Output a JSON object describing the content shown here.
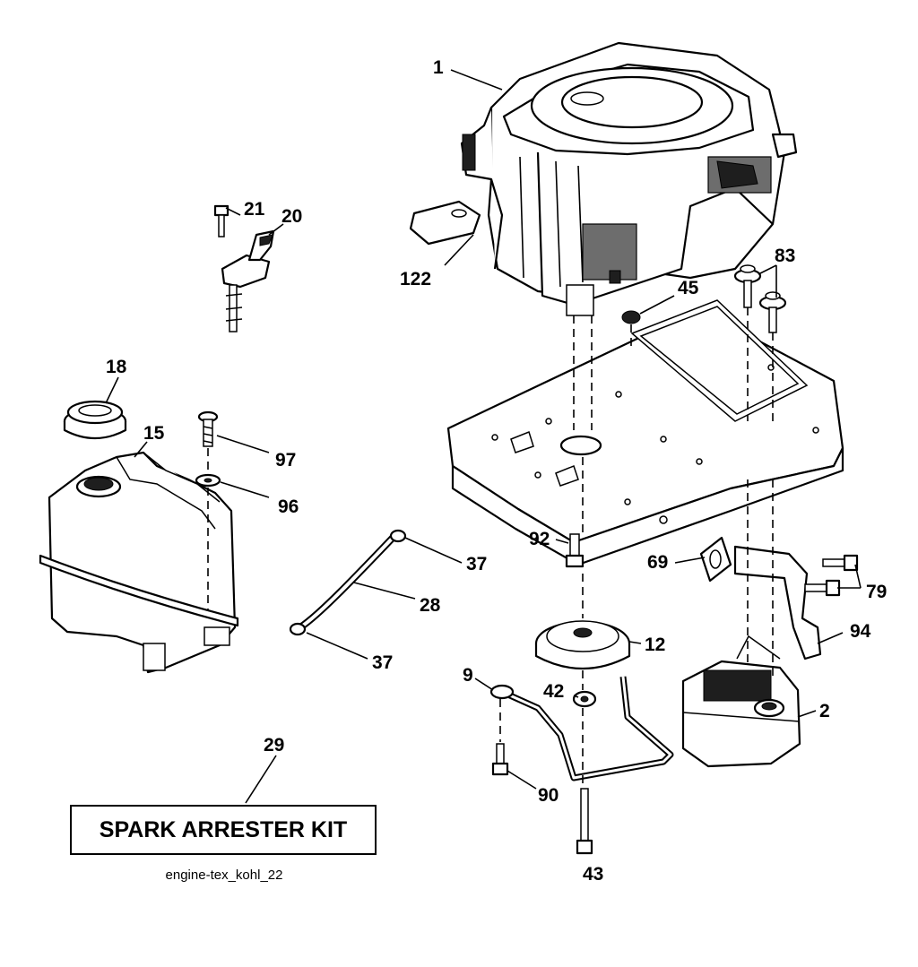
{
  "callouts": {
    "c1": "1",
    "c21": "21",
    "c20": "20",
    "c122": "122",
    "c45": "45",
    "c83": "83",
    "c18": "18",
    "c15": "15",
    "c97": "97",
    "c96": "96",
    "c37a": "37",
    "c28": "28",
    "c37b": "37",
    "c92": "92",
    "c69": "69",
    "c79": "79",
    "c12": "12",
    "c94": "94",
    "c9": "9",
    "c42": "42",
    "c2": "2",
    "c29": "29",
    "c90": "90",
    "c43": "43"
  },
  "kit_label": "SPARK ARRESTER KIT",
  "caption": "engine-tex_kohl_22"
}
